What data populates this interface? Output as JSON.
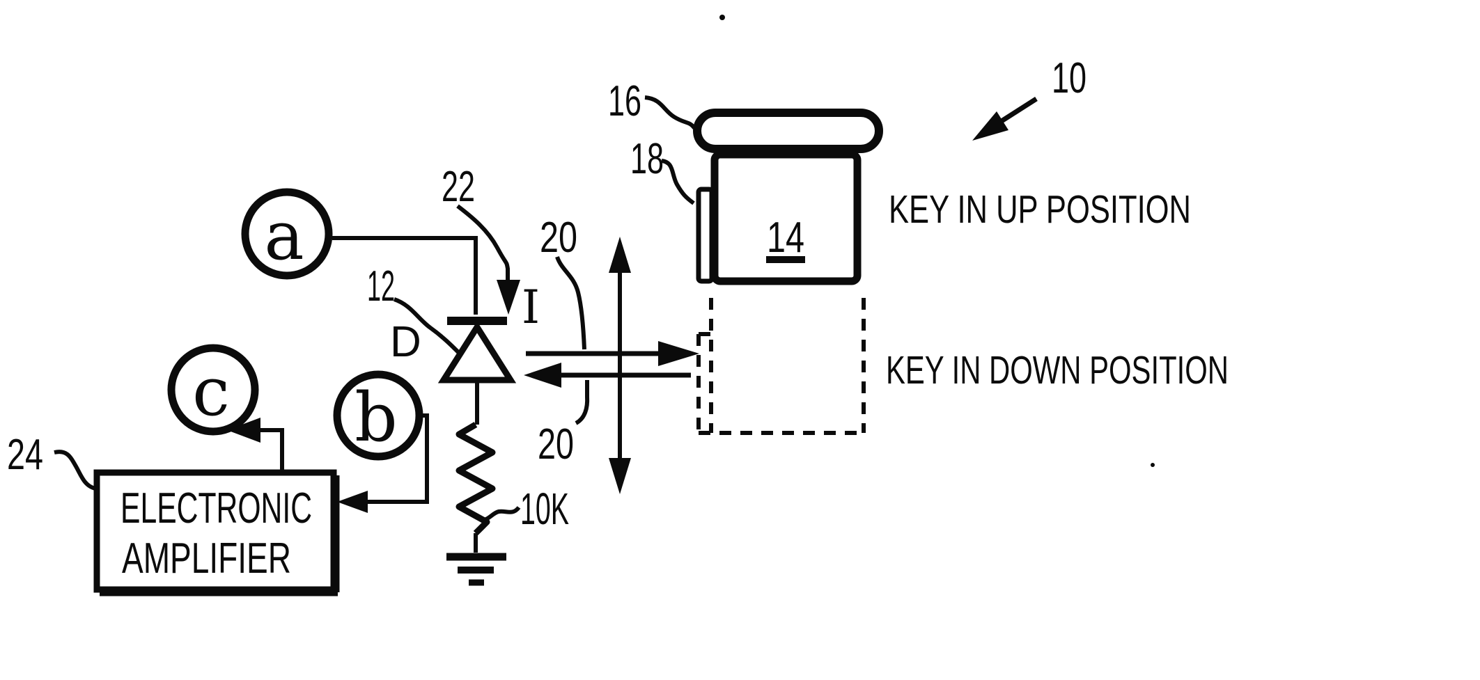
{
  "figure": {
    "caption_up": "KEY IN UP POSITION",
    "caption_down": "KEY IN DOWN POSITION",
    "amplifier": {
      "line1": "ELECTRONIC",
      "line2": "AMPLIFIER"
    },
    "terminals": {
      "a": "a",
      "b": "b",
      "c": "c"
    },
    "labels": {
      "assembly": "10",
      "diode_ref": "12",
      "key_body": "14",
      "key_cap": "16",
      "key_tab": "18",
      "contact_upper": "20",
      "contact_lower": "20",
      "wire_ref": "22",
      "amplifier_ref": "24",
      "diode_letter": "D",
      "current": "I",
      "resistor_value": "10K"
    }
  }
}
